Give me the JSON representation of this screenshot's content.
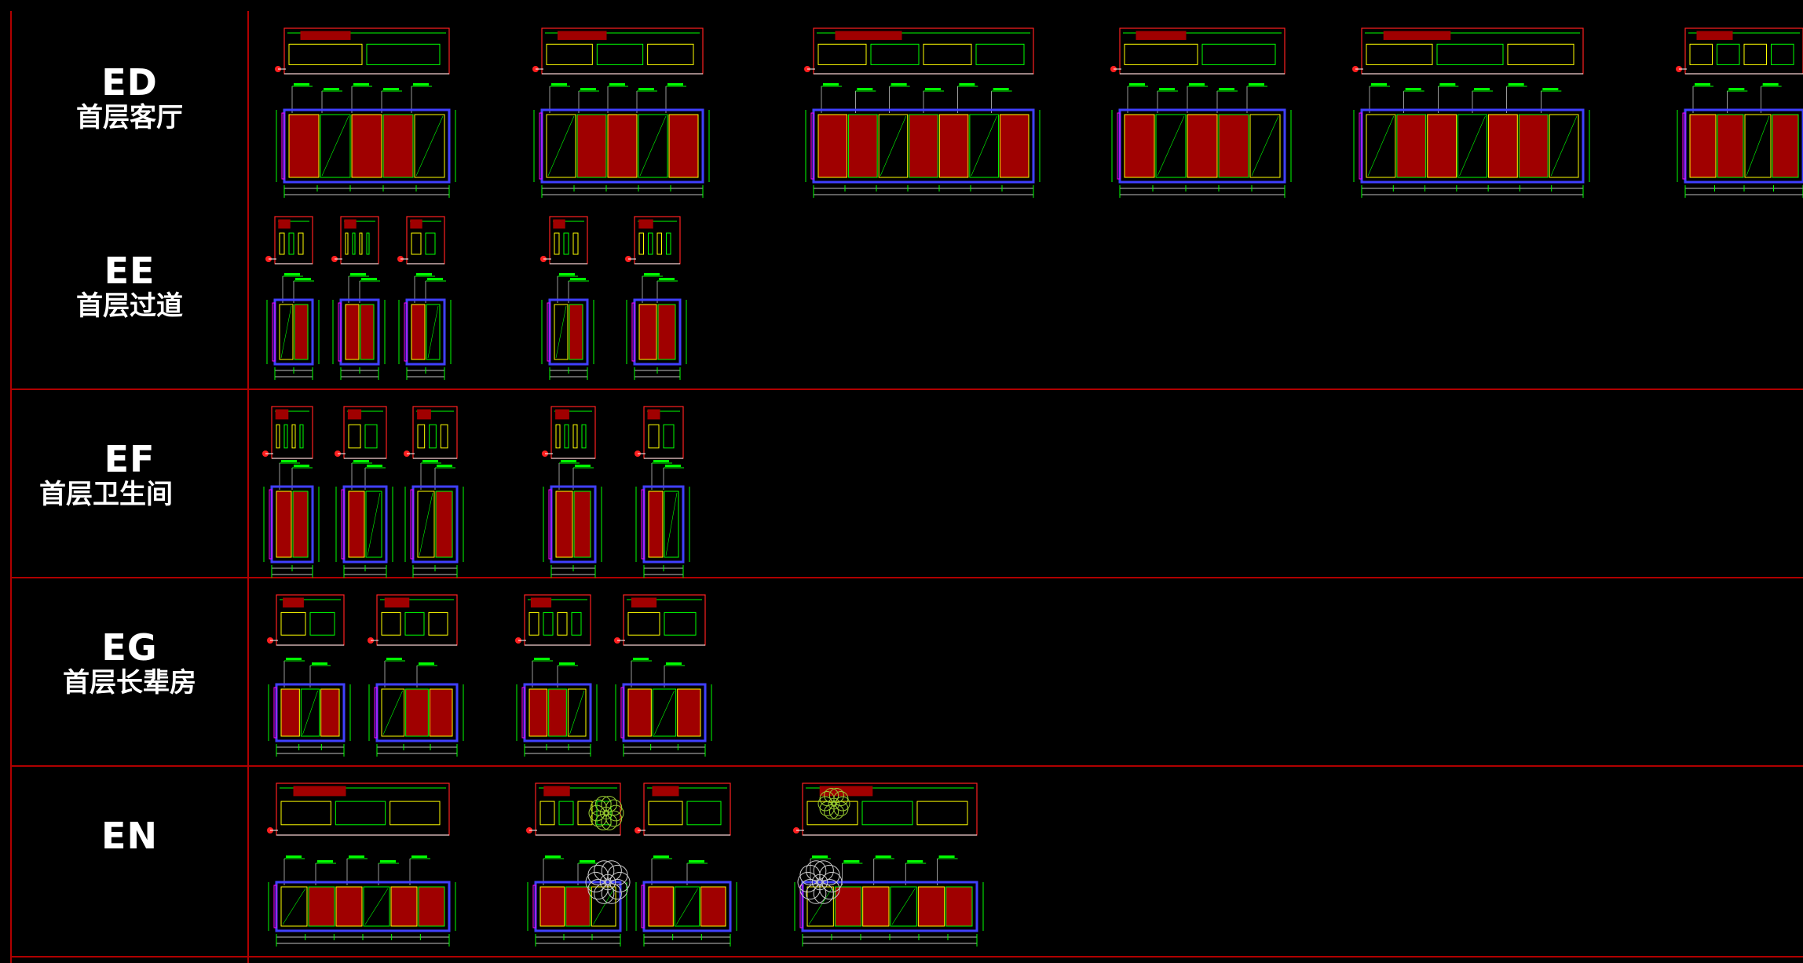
{
  "sheet": {
    "background": "#000000",
    "grid_color": "#b00000",
    "rows": [
      {
        "code": "ED",
        "name": "首层客厅",
        "drawing_count": 6
      },
      {
        "code": "EE",
        "name": "首层过道",
        "drawing_count": 5
      },
      {
        "code": "EF",
        "name": "首层卫生间",
        "drawing_count": 5
      },
      {
        "code": "EG",
        "name": "首层长辈房",
        "drawing_count": 4
      },
      {
        "code": "EN",
        "name": "",
        "drawing_count": 4
      }
    ]
  },
  "palette": {
    "frame_blue": "#4040ff",
    "fill_red": "#a00000",
    "line_green": "#00ff00",
    "line_yellow": "#ffff00",
    "line_white": "#ffffff",
    "line_magenta": "#ff00ff",
    "line_cyan": "#00ffff",
    "marker_red": "#ff2020"
  }
}
